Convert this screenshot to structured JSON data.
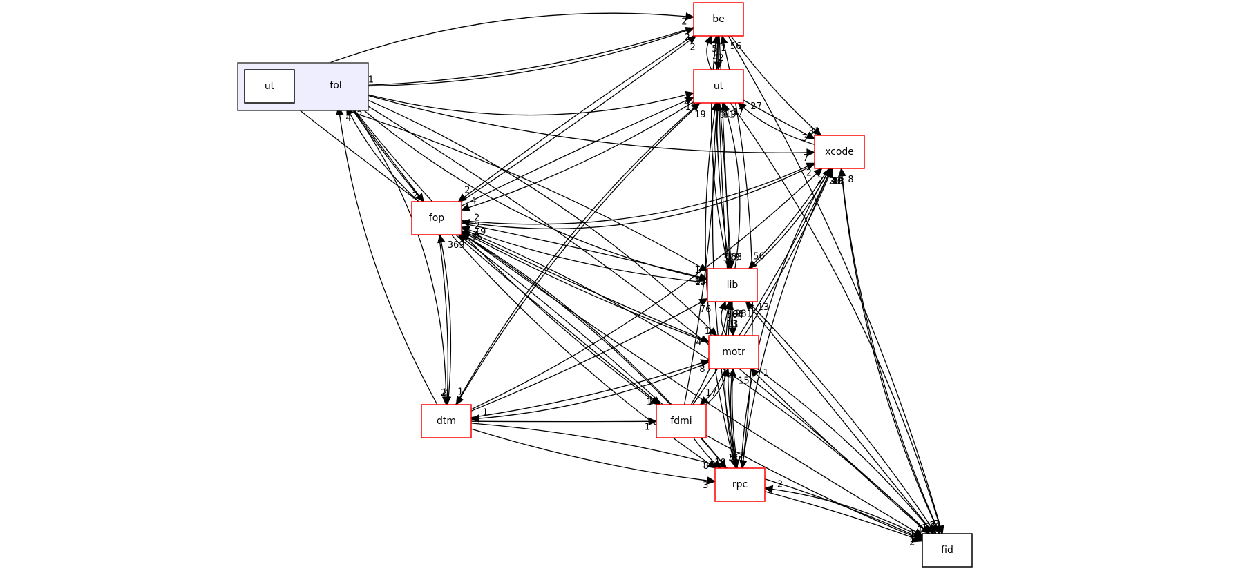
{
  "graph": {
    "type": "directory-dependency-graph",
    "cluster": {
      "id": "fol",
      "label": "fol",
      "fill": "#eeeeff",
      "stroke": "#404040"
    },
    "nodes": [
      {
        "id": "fol_ut",
        "label": "ut",
        "style": "plain",
        "parent": "fol"
      },
      {
        "id": "be",
        "label": "be",
        "style": "red"
      },
      {
        "id": "ut",
        "label": "ut",
        "style": "red"
      },
      {
        "id": "xcode",
        "label": "xcode",
        "style": "red"
      },
      {
        "id": "fop",
        "label": "fop",
        "style": "red"
      },
      {
        "id": "lib",
        "label": "lib",
        "style": "red"
      },
      {
        "id": "motr",
        "label": "motr",
        "style": "red"
      },
      {
        "id": "dtm",
        "label": "dtm",
        "style": "red"
      },
      {
        "id": "fdmi",
        "label": "fdmi",
        "style": "red"
      },
      {
        "id": "rpc",
        "label": "rpc",
        "style": "red"
      },
      {
        "id": "fid",
        "label": "fid",
        "style": "plain"
      }
    ],
    "colors": {
      "red_border": "#ff0000",
      "plain_border": "#000000",
      "edge": "#000000",
      "node_fill": "#ffffff"
    },
    "edges": [
      {
        "from": "fol_ut",
        "to": "be",
        "label": "2"
      },
      {
        "from": "fol",
        "to": "be",
        "label": "2"
      },
      {
        "from": "be",
        "to": "fol",
        "label": "1"
      },
      {
        "from": "fol",
        "to": "ut",
        "label": "2"
      },
      {
        "from": "fol_ut",
        "to": "lib",
        "label": "1"
      },
      {
        "from": "fol",
        "to": "xcode",
        "label": "7"
      },
      {
        "from": "fol",
        "to": "fop",
        "label": "2"
      },
      {
        "from": "fop",
        "to": "fol",
        "label": "2"
      },
      {
        "from": "dtm",
        "to": "fol",
        "label": "4"
      },
      {
        "from": "fol",
        "to": "lib",
        "label": "15"
      },
      {
        "from": "fol",
        "to": "motr",
        "label": "1"
      },
      {
        "from": "fol",
        "to": "fdmi",
        "label": "1"
      },
      {
        "from": "fol",
        "to": "dtm",
        "label": "2"
      },
      {
        "from": "fol",
        "to": "rpc",
        "label": "8"
      },
      {
        "from": "fol",
        "to": "fid",
        "label": "1"
      },
      {
        "from": "fol_ut",
        "to": "fid",
        "label": "1"
      },
      {
        "from": "be",
        "to": "ut",
        "label": "42"
      },
      {
        "from": "ut",
        "to": "be",
        "label": "5"
      },
      {
        "from": "be",
        "to": "xcode",
        "label": "32"
      },
      {
        "from": "be",
        "to": "lib",
        "label": "378"
      },
      {
        "from": "lib",
        "to": "be",
        "label": "1"
      },
      {
        "from": "be",
        "to": "motr",
        "label": "13"
      },
      {
        "from": "be",
        "to": "fid",
        "label": "3"
      },
      {
        "from": "rpc",
        "to": "be",
        "label": "56"
      },
      {
        "from": "fop",
        "to": "be",
        "label": "2"
      },
      {
        "from": "be",
        "to": "fop",
        "label": "2"
      },
      {
        "from": "ut",
        "to": "xcode",
        "label": "3"
      },
      {
        "from": "xcode",
        "to": "ut",
        "label": "27"
      },
      {
        "from": "ut",
        "to": "lib",
        "label": "163"
      },
      {
        "from": "lib",
        "to": "ut",
        "label": "37"
      },
      {
        "from": "fop",
        "to": "ut",
        "label": "10"
      },
      {
        "from": "ut",
        "to": "fop",
        "label": "4"
      },
      {
        "from": "dtm",
        "to": "ut",
        "label": "19"
      },
      {
        "from": "ut",
        "to": "dtm",
        "label": "1"
      },
      {
        "from": "fdmi",
        "to": "ut",
        "label": "11"
      },
      {
        "from": "motr",
        "to": "ut",
        "label": "19"
      },
      {
        "from": "rpc",
        "to": "ut",
        "label": "9"
      },
      {
        "from": "ut",
        "to": "rpc",
        "label": "5"
      },
      {
        "from": "ut",
        "to": "fid",
        "label": "2"
      },
      {
        "from": "fop",
        "to": "xcode",
        "label": "2"
      },
      {
        "from": "xcode",
        "to": "fop",
        "label": "2"
      },
      {
        "from": "xcode",
        "to": "lib",
        "label": "56"
      },
      {
        "from": "lib",
        "to": "xcode",
        "label": "30"
      },
      {
        "from": "motr",
        "to": "xcode",
        "label": "18"
      },
      {
        "from": "fdmi",
        "to": "xcode",
        "label": "10"
      },
      {
        "from": "dtm",
        "to": "xcode",
        "label": "2"
      },
      {
        "from": "rpc",
        "to": "xcode",
        "label": "26"
      },
      {
        "from": "xcode",
        "to": "rpc",
        "label": "2"
      },
      {
        "from": "fid",
        "to": "xcode",
        "label": "8"
      },
      {
        "from": "xcode",
        "to": "fid",
        "label": "2"
      },
      {
        "from": "fop",
        "to": "lib",
        "label": "83"
      },
      {
        "from": "lib",
        "to": "fop",
        "label": "2"
      },
      {
        "from": "fop",
        "to": "motr",
        "label": "4"
      },
      {
        "from": "motr",
        "to": "fop",
        "label": "19"
      },
      {
        "from": "fop",
        "to": "fdmi",
        "label": "1"
      },
      {
        "from": "fdmi",
        "to": "fop",
        "label": "15"
      },
      {
        "from": "fop",
        "to": "dtm",
        "label": "2"
      },
      {
        "from": "dtm",
        "to": "fop",
        "label": "369"
      },
      {
        "from": "fop",
        "to": "rpc",
        "label": "10"
      },
      {
        "from": "rpc",
        "to": "fop",
        "label": "6"
      },
      {
        "from": "fop",
        "to": "fid",
        "label": "1"
      },
      {
        "from": "lib",
        "to": "motr",
        "label": "11"
      },
      {
        "from": "motr",
        "to": "lib",
        "label": "364"
      },
      {
        "from": "dtm",
        "to": "lib",
        "label": "76"
      },
      {
        "from": "fdmi",
        "to": "lib",
        "label": "98"
      },
      {
        "from": "rpc",
        "to": "lib",
        "label": "231"
      },
      {
        "from": "fid",
        "to": "lib",
        "label": "13"
      },
      {
        "from": "lib",
        "to": "fid",
        "label": "28"
      },
      {
        "from": "lib",
        "to": "rpc",
        "label": "3"
      },
      {
        "from": "dtm",
        "to": "motr",
        "label": "8"
      },
      {
        "from": "motr",
        "to": "dtm",
        "label": "1"
      },
      {
        "from": "motr",
        "to": "fdmi",
        "label": "17"
      },
      {
        "from": "fdmi",
        "to": "motr",
        "label": "7"
      },
      {
        "from": "motr",
        "to": "rpc",
        "label": "46"
      },
      {
        "from": "rpc",
        "to": "motr",
        "label": "15"
      },
      {
        "from": "fid",
        "to": "motr",
        "label": "1"
      },
      {
        "from": "motr",
        "to": "fid",
        "label": "1"
      },
      {
        "from": "fdmi",
        "to": "rpc",
        "label": "34"
      },
      {
        "from": "fdmi",
        "to": "fid",
        "label": "1"
      },
      {
        "from": "dtm",
        "to": "rpc",
        "label": "3"
      },
      {
        "from": "dtm",
        "to": "fid",
        "label": "1"
      },
      {
        "from": "dtm",
        "to": "fdmi",
        "label": "1"
      },
      {
        "from": "rpc",
        "to": "fid",
        "label": "2"
      },
      {
        "from": "fid",
        "to": "rpc",
        "label": "2"
      }
    ]
  }
}
